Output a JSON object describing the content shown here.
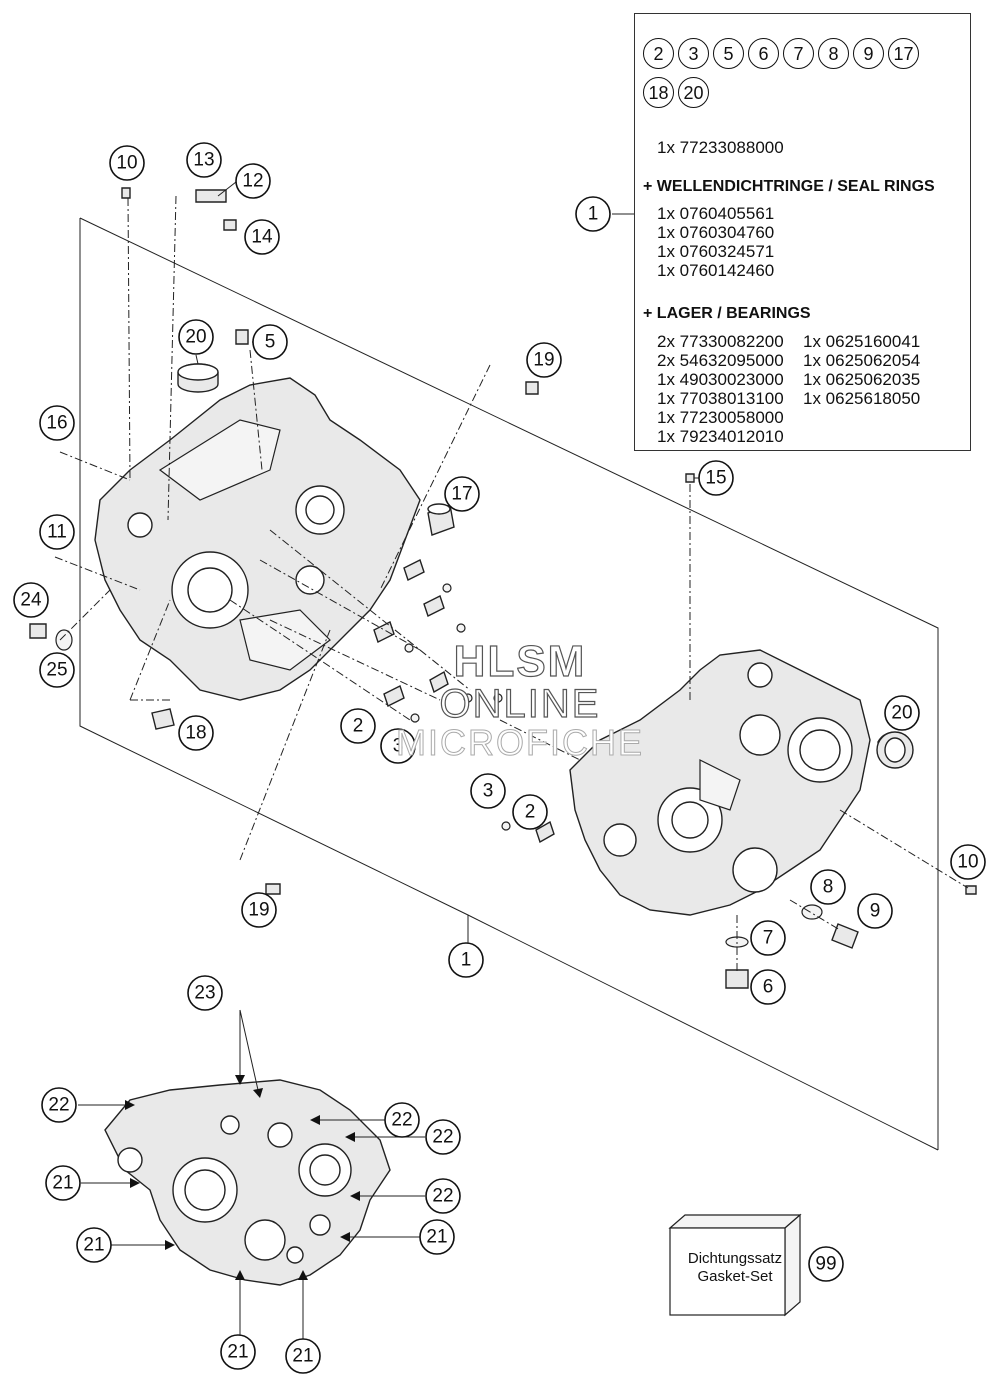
{
  "legend": {
    "badges_row1": [
      "2",
      "3",
      "5",
      "6",
      "7",
      "8",
      "9",
      "17"
    ],
    "badges_row2": [
      "18",
      "20"
    ],
    "main_part": "1x 77233088000",
    "seal_heading": "+ WELLENDICHTRINGE / SEAL RINGS",
    "seal_items": [
      "1x 0760405561",
      "1x 0760304760",
      "1x 0760324571",
      "1x 0760142460"
    ],
    "bearing_heading": "+ LAGER / BEARINGS",
    "bearing_col1": [
      "2x 77330082200",
      "2x 54632095000",
      "1x 49030023000",
      "1x 77038013100",
      "1x 77230058000",
      "1x 79234012010"
    ],
    "bearing_col2": [
      "1x 0625160041",
      "1x 0625062054",
      "1x 0625062035",
      "1x 0625618050"
    ]
  },
  "watermark": {
    "line1": "HLSM",
    "line2": "ONLINE",
    "line3": "MICROFICHE"
  },
  "gasket": {
    "label_de": "Dichtungssatz",
    "label_en": "Gasket-Set"
  },
  "callouts": {
    "c1a": "1",
    "c1b": "1",
    "c2a": "2",
    "c2b": "2",
    "c3a": "3",
    "c3b": "3",
    "c5": "5",
    "c6": "6",
    "c7": "7",
    "c8": "8",
    "c9": "9",
    "c10a": "10",
    "c10b": "10",
    "c11": "11",
    "c12": "12",
    "c13": "13",
    "c14": "14",
    "c15": "15",
    "c16": "16",
    "c17": "17",
    "c18": "18",
    "c19a": "19",
    "c19b": "19",
    "c20a": "20",
    "c20b": "20",
    "c21a": "21",
    "c21b": "21",
    "c21c": "21",
    "c21d": "21",
    "c21e": "21",
    "c22a": "22",
    "c22b": "22",
    "c22c": "22",
    "c22d": "22",
    "c23": "23",
    "c24": "24",
    "c25": "25",
    "c99": "99"
  }
}
